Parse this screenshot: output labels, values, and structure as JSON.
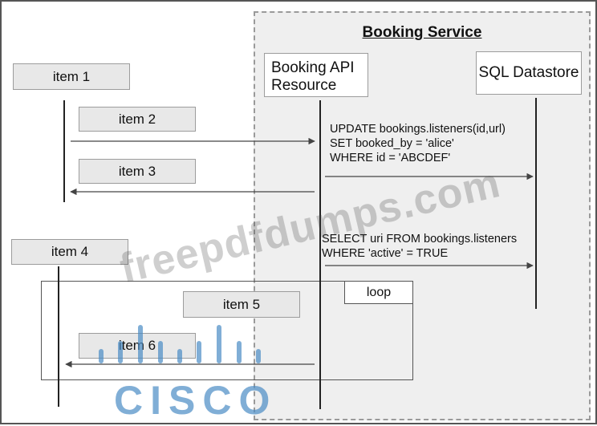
{
  "service": {
    "title": "Booking Service"
  },
  "participants": {
    "booking_api_line1": "Booking API",
    "booking_api_line2": "Resource",
    "sql_datastore": "SQL Datastore"
  },
  "items": {
    "item1": "item 1",
    "item2": "item 2",
    "item3": "item 3",
    "item4": "item 4",
    "item5": "item 5",
    "item6": "item 6"
  },
  "messages": {
    "update": {
      "line1": "UPDATE bookings.listeners(id,url)",
      "line2": "SET booked_by = 'alice'",
      "line3": "WHERE id = 'ABCDEF'"
    },
    "select": {
      "line1": "SELECT uri FROM bookings.listeners",
      "line2": "WHERE 'active' = TRUE"
    }
  },
  "loop": {
    "label": "loop"
  },
  "watermark": {
    "text": "freepdfdumps.com"
  },
  "logo": {
    "text": "CISCO",
    "color": "#4a8cc4"
  }
}
